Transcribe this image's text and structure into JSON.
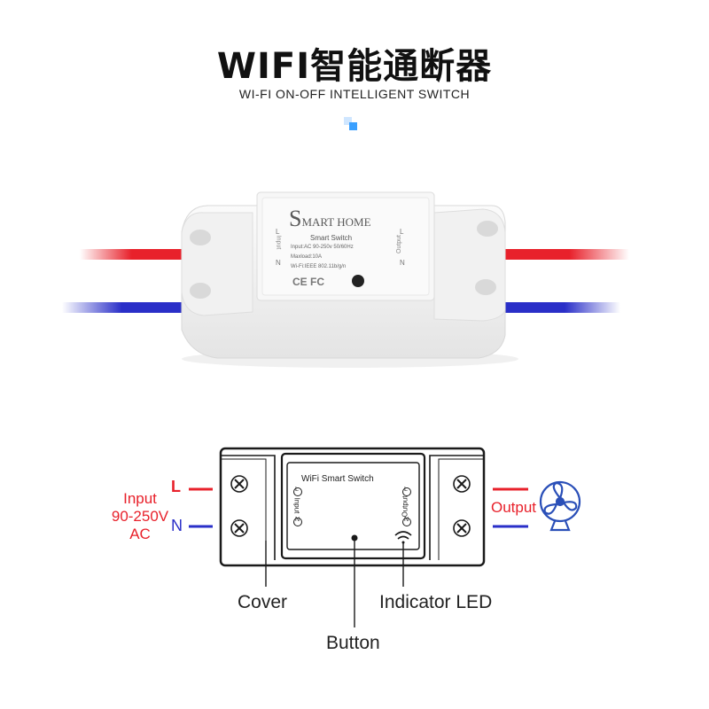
{
  "header": {
    "title": "WIFI智能通断器",
    "subtitle": "WI-FI ON-OFF INTELLIGENT SWITCH"
  },
  "colors": {
    "live": "#e8212b",
    "neutral": "#2a2fc8",
    "device": "#f4f4f4",
    "accent": "#1e90ff",
    "fan": "#2a4fb8"
  },
  "device": {
    "logo_s": "S",
    "logo_rest": "MART HOME",
    "label_l": "L",
    "label_n": "N",
    "input_text": "Input",
    "output_text": "Output",
    "product": "Smart Switch",
    "spec_input": "Input:AC 90-250v 50/60Hz",
    "spec_maxload": "Maxload:10A",
    "spec_wifi": "Wi-Fi:IEEE 802.11b/g/n",
    "certs": "CE FC",
    "wifi_icon": "wifi-icon",
    "button_icon": "button-icon"
  },
  "diagram": {
    "module_title": "WiFi Smart Switch",
    "inner_input": "Input",
    "inner_output": "Output",
    "pin_l": "L",
    "pin_n": "N",
    "left_l": "L",
    "left_n": "N",
    "input_line1": "Input",
    "input_line2": "90-250V",
    "input_line3": "AC",
    "output_label": "Output",
    "callout_cover": "Cover",
    "callout_led": "Indicator LED",
    "callout_button": "Button",
    "fan_icon": "fan-icon"
  }
}
